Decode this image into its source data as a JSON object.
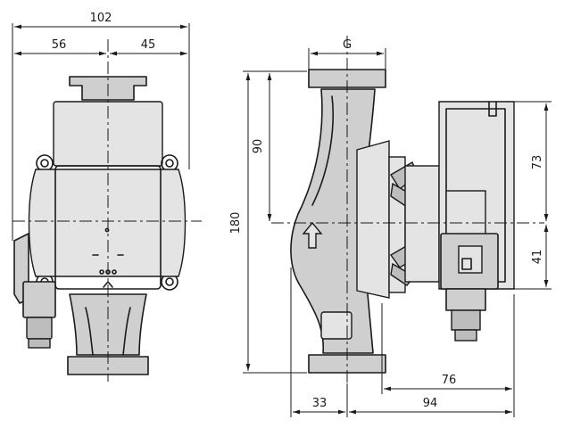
{
  "dimensions": {
    "overall_width": "102",
    "left_half": "56",
    "right_half": "45",
    "port_size": "G",
    "half_height": "90",
    "total_height": "180",
    "upper_motor": "73",
    "lower_motor": "41",
    "depth_a": "76",
    "depth_b": "33",
    "depth_c": "94"
  }
}
